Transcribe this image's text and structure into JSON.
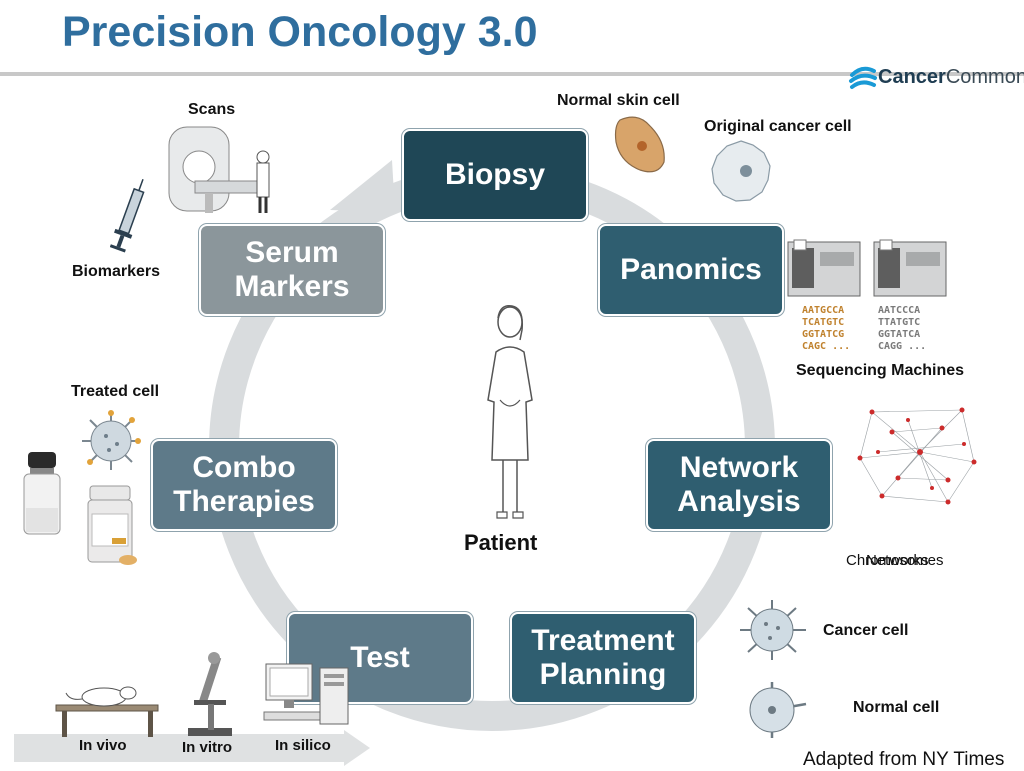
{
  "title": "Precision Oncology 3.0",
  "logo": {
    "bold": "Cancer",
    "light": "Commons"
  },
  "cycle_steps": {
    "biopsy": "Biopsy",
    "panomics": "Panomics",
    "network_analysis": "Network\nAnalysis",
    "treatment_planning": "Treatment\nPlanning",
    "test": "Test",
    "combo_therapies": "Combo\nTherapies",
    "serum_markers": "Serum\nMarkers"
  },
  "center": {
    "patient": "Patient"
  },
  "labels": {
    "scans": "Scans",
    "biomarkers": "Biomarkers",
    "normal_skin_cell": "Normal skin cell",
    "original_cancer_cell": "Original cancer cell",
    "sequencing_machines": "Sequencing Machines",
    "networks": "Networks",
    "chromosomes": "Chromosomes",
    "treated_cell": "Treated cell",
    "cancer_cell": "Cancer cell",
    "normal_cell": "Normal cell",
    "in_vivo": "In vivo",
    "in_vitro": "In vitro",
    "in_silico": "In silico"
  },
  "sequences": {
    "left": "AATGCCA\nTCATGTC\nGGTATCG\nCAGC ...",
    "right": "AATCCCA\nTTATGTC\nGGTATCA\nCAGG ..."
  },
  "credit": "Adapted from NY Times",
  "colors": {
    "title": "#2f6e9e",
    "step_dark": "#1f4756",
    "step_mid": "#2f5e70",
    "step_grey": "#8b969b",
    "step_slate": "#5e7a89",
    "cycle_arrow": "#d9dcde"
  }
}
